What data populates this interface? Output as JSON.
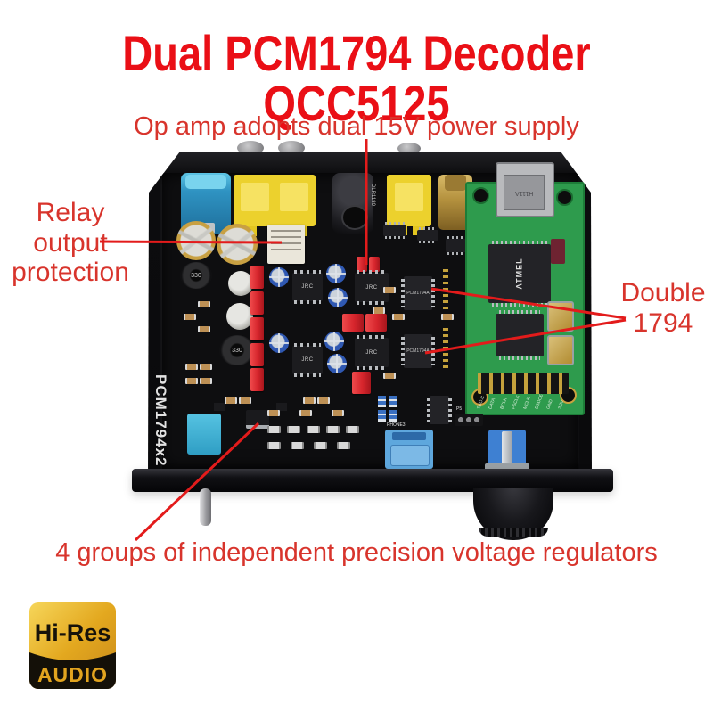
{
  "title": "Dual PCM1794 Decoder QCC5125",
  "annotations": {
    "op_amp": "Op amp adopts dual 15V power supply",
    "relay": "Relay output protection",
    "double_dac": "Double 1794",
    "regulators": "4 groups of independent precision voltage regulators"
  },
  "logo": {
    "line1": "Hi-Res",
    "line2": "AUDIO"
  },
  "board": {
    "silkscreen": "PCM1794x2",
    "dac_chip": "PCM1794A",
    "opamp_chip": "JRC",
    "mcu_chip": "ATMEL",
    "usb_port": "H111A",
    "dc_jack": "DLR1180",
    "inductor": "330",
    "phone_jack": "PHONE3",
    "p5": "P5",
    "header_pins": [
      "T.I/O.C",
      "DATA",
      "BCLK",
      "FSCLK",
      "MCLK",
      "DSDOE",
      "GND",
      "3.3V"
    ]
  },
  "colors": {
    "title_red": "#ea0f16",
    "annotation_red": "#d8342c",
    "line_red": "#e31b1b",
    "pcb_green": "#2e9b4d",
    "chassis_black": "#0b0b0d",
    "logo_gold": "#e2a41f",
    "connector_yellow": "#ecd12d",
    "connector_blue": "#2e8fc0"
  }
}
